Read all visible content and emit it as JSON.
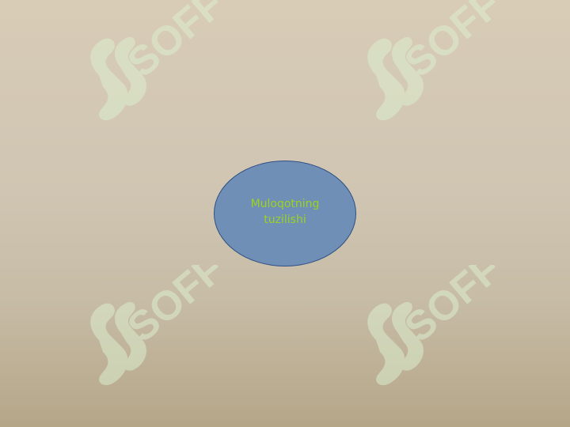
{
  "slide": {
    "background_top": "#d8ccb7",
    "background_bottom": "#b5a688"
  },
  "watermark": {
    "text": "SOFF",
    "color": "#d8f0c8",
    "logo_icon": "soff-logo-icon",
    "count": 4
  },
  "diagram": {
    "node": {
      "label": "Muloqotning tuzilishi",
      "fill": "#6f8fb6",
      "border": "#2f4f85",
      "text_color": "#9bd31f"
    }
  }
}
